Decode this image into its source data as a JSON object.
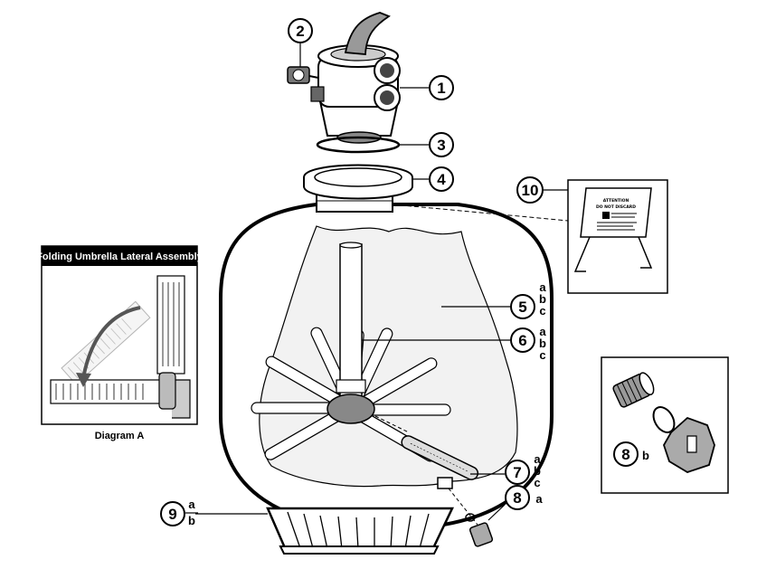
{
  "inset": {
    "title": "Folding Umbrella Lateral Assembly",
    "caption": "Diagram A"
  },
  "sign": {
    "line1": "ATTENTION",
    "line2": "DO NOT DISCARD"
  },
  "callouts": {
    "c1": {
      "number": "1"
    },
    "c2": {
      "number": "2"
    },
    "c3": {
      "number": "3"
    },
    "c4": {
      "number": "4"
    },
    "c5": {
      "number": "5",
      "suffix": [
        "a",
        "b",
        "c"
      ]
    },
    "c6": {
      "number": "6",
      "suffix": [
        "a",
        "b",
        "c"
      ]
    },
    "c7": {
      "number": "7",
      "suffix": [
        "a",
        "b",
        "c"
      ]
    },
    "c8": {
      "number": "8",
      "suffix": [
        "a"
      ]
    },
    "c8b": {
      "number": "8",
      "suffix": [
        "b"
      ]
    },
    "c9": {
      "number": "9",
      "suffix": [
        "a",
        "b"
      ]
    },
    "c10": {
      "number": "10"
    }
  }
}
